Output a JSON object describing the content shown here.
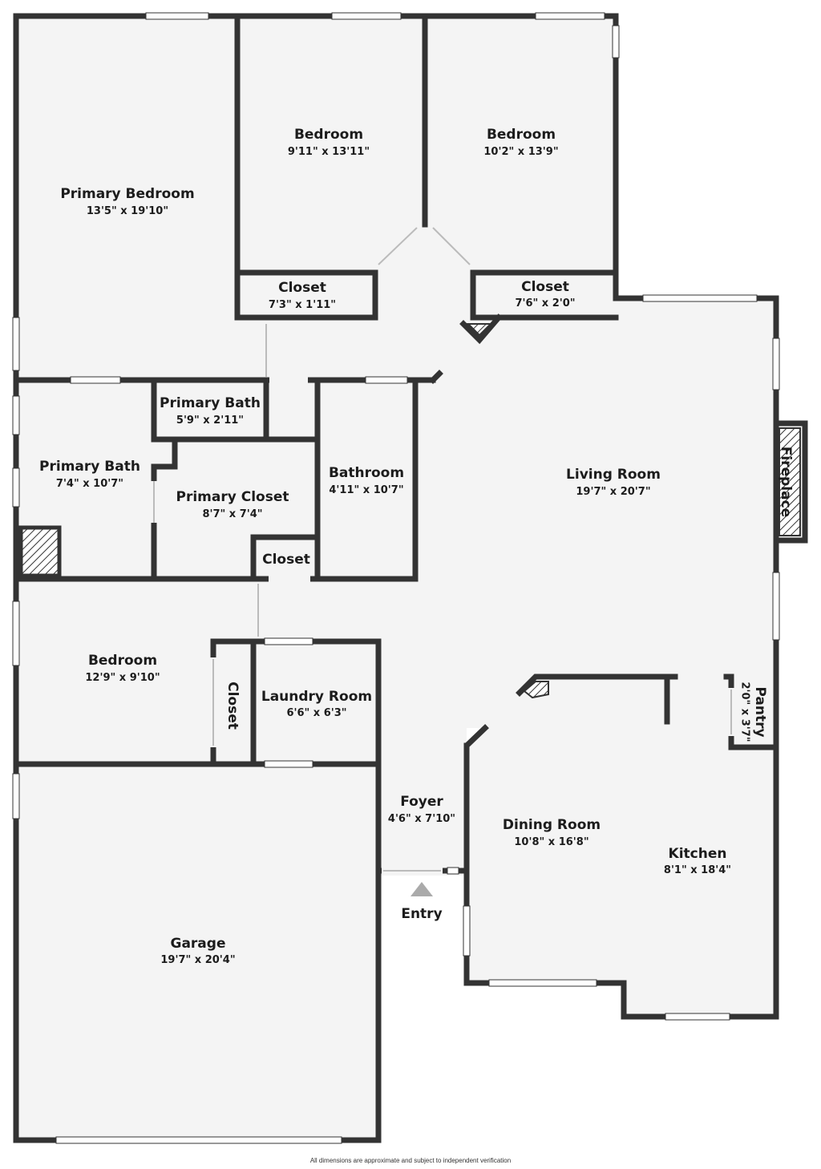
{
  "colors": {
    "wall": "#333333",
    "floor": "#f4f4f4",
    "window": "#ffffff",
    "hatch": "#333333",
    "entry_arrow": "#aaaaaa"
  },
  "rooms": {
    "primary_bedroom": {
      "name": "Primary Bedroom",
      "dims": "13'5\" x 19'10\""
    },
    "bedroom_2": {
      "name": "Bedroom",
      "dims": "9'11\" x 13'11\""
    },
    "bedroom_3": {
      "name": "Bedroom",
      "dims": "10'2\" x 13'9\""
    },
    "closet_1": {
      "name": "Closet",
      "dims": "7'3\" x 1'11\""
    },
    "closet_2": {
      "name": "Closet",
      "dims": "7'6\" x 2'0\""
    },
    "primary_bath_small": {
      "name": "Primary Bath",
      "dims": "5'9\" x 2'11\""
    },
    "primary_bath": {
      "name": "Primary Bath",
      "dims": "7'4\" x 10'7\""
    },
    "primary_closet": {
      "name": "Primary Closet",
      "dims": "8'7\" x 7'4\""
    },
    "bathroom": {
      "name": "Bathroom",
      "dims": "4'11\" x 10'7\""
    },
    "closet_small": {
      "name": "Closet"
    },
    "living_room": {
      "name": "Living Room",
      "dims": "19'7\" x 20'7\""
    },
    "fireplace": {
      "name": "Fireplace"
    },
    "bedroom_4": {
      "name": "Bedroom",
      "dims": "12'9\" x 9'10\""
    },
    "closet_vert": {
      "name": "Closet"
    },
    "laundry": {
      "name": "Laundry Room",
      "dims": "6'6\" x 6'3\""
    },
    "pantry": {
      "name": "Pantry",
      "dims": "2'0\" x 3'7\""
    },
    "foyer": {
      "name": "Foyer",
      "dims": "4'6\" x 7'10\""
    },
    "dining": {
      "name": "Dining Room",
      "dims": "10'8\" x 16'8\""
    },
    "kitchen": {
      "name": "Kitchen",
      "dims": "8'1\" x 18'4\""
    },
    "garage": {
      "name": "Garage",
      "dims": "19'7\" x 20'4\""
    }
  },
  "entry": {
    "label": "Entry"
  },
  "disclaimer": "All dimensions are approximate and subject to independent verification"
}
